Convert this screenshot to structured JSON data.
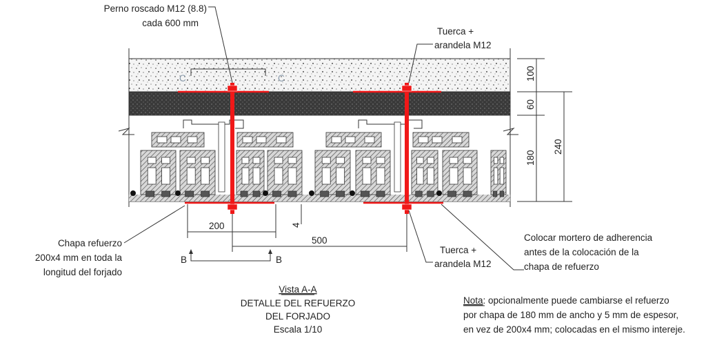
{
  "labels": {
    "bolt_line1": "Perno roscado M12 (8.8)",
    "bolt_line2": "cada 600 mm",
    "nut_top_line1": "Tuerca +",
    "nut_top_line2": "arandela M12",
    "nut_bottom_line1": "Tuerca +",
    "nut_bottom_line2": "arandela M12",
    "plate_line1": "Chapa refuerzo",
    "plate_line2": "200x4 mm en toda la",
    "plate_line3": "longitud del forjado",
    "mortar_line1": "Colocar mortero de adherencia",
    "mortar_line2": "antes de la colocación de la",
    "mortar_line3": "chapa de refuerzo",
    "section_c_left": "C",
    "section_c_right": "C",
    "section_b_left": "B",
    "section_b_right": "B"
  },
  "dimensions": {
    "d100": "100",
    "d60": "60",
    "d180": "180",
    "d240": "240",
    "d200": "200",
    "d500": "500",
    "d4": "4"
  },
  "title": {
    "view": "Vista A-A",
    "line1": "DETALLE DEL REFUERZO",
    "line2": "DEL FORJADO",
    "scale": "Escala 1/10"
  },
  "note": {
    "label": "Nota",
    "line1": ": opcionalmente puede cambiarse el refuerzo",
    "line2": "por chapa de 180 mm de ancho y 5 mm de espesor,",
    "line3": "en vez de 200x4 mm; colocadas en el mismo intereje."
  },
  "colors": {
    "reinforcement": "#f01818",
    "lines": "#333333"
  }
}
